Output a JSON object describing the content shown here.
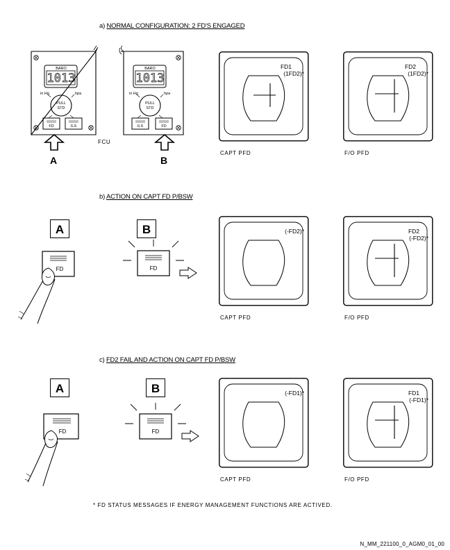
{
  "sections": {
    "a": {
      "prefix": "a) ",
      "title": "NORMAL CONFIGURATION: 2 FD'S ENGAGED"
    },
    "b": {
      "prefix": "b) ",
      "title": "ACTION ON CAPT FD P/BSW"
    },
    "c": {
      "prefix": "c) ",
      "title": "FD2 FAIL AND ACTION ON CAPT FD P/BSW"
    }
  },
  "fcu": {
    "label": "FCU",
    "left": {
      "baro": "BARO",
      "digits": "1013",
      "in_hg": "in Hg",
      "hpa": "hpa",
      "pull": "PULL",
      "std": "STD",
      "btn1": "FD",
      "btn2": "ILS"
    },
    "right": {
      "baro": "BARO",
      "digits": "1013",
      "in_hg": "in Hg",
      "hpa": "hpa",
      "pull": "PULL",
      "std": "STD",
      "btn1": "ILS",
      "btn2": "FD"
    },
    "arrow_a": "A",
    "arrow_b": "B"
  },
  "pfd": {
    "a_capt": {
      "l1": "FD1",
      "l2": "(1FD2)*",
      "caption": "CAPT PFD"
    },
    "a_fo": {
      "l1": "FD2",
      "l2": "(1FD2)*",
      "caption": "F/O PFD"
    },
    "b_capt": {
      "l1": "",
      "l2": "(-FD2)*",
      "caption": "CAPT PFD"
    },
    "b_fo": {
      "l1": "FD2",
      "l2": "(-FD2)*",
      "caption": "F/O PFD"
    },
    "c_capt": {
      "l1": "",
      "l2": "(-FD1)*",
      "caption": "CAPT PFD"
    },
    "c_fo": {
      "l1": "FD1",
      "l2": "(-FD1)*",
      "caption": "F/O PFD"
    }
  },
  "pb": {
    "b_a": {
      "box": "A",
      "btn": "FD"
    },
    "b_b": {
      "box": "B",
      "btn": "FD"
    },
    "c_a": {
      "box": "A",
      "btn": "FD"
    },
    "c_b": {
      "box": "B",
      "btn": "FD"
    }
  },
  "footnote": "* FD STATUS MESSAGES IF ENERGY MANAGEMENT FUNCTIONS ARE ACTIVED.",
  "ref": "N_MM_221100_0_AGM0_01_00"
}
